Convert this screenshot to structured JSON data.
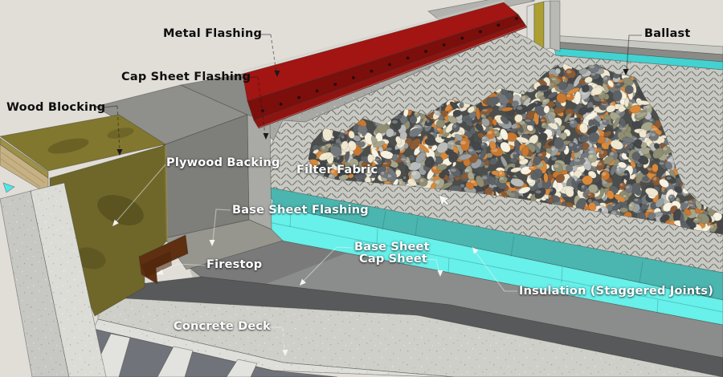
{
  "labels": {
    "metal_flashing": "Metal Flashing",
    "cap_sheet_flashing": "Cap Sheet Flashing",
    "wood_blocking": "Wood Blocking",
    "plywood_backing": "Plywood Backing",
    "filter_fabric": "Filter Fabric",
    "base_sheet_flashing": "Base Sheet Flashing",
    "firestop": "Firestop",
    "base_sheet": "Base Sheet",
    "cap_sheet": "Cap Sheet",
    "insulation": "Insulation (Staggered Joints)",
    "concrete_deck": "Concrete Deck",
    "ballast": "Ballast"
  },
  "colors": {
    "bg": "#e1ded8",
    "label_dark": "#0e0e0e",
    "label_light": "#ffffff",
    "leader_dark": "#1a1a1a",
    "leader_light": "#f4f4f1",
    "red_top": "#a21512",
    "red_front": "#7c0e0c",
    "red_flap": "#8f1411",
    "hem": "#cdccc6",
    "coping": "#b2b2ae",
    "stucco": "#a8a8a4",
    "parapet_top": "#8f8f8c",
    "parapet_mid": "#8a8a87",
    "parapet_face": "#7e7e7b",
    "parapet_end": "#a9a9a6",
    "parapet_skirt": "#96968f",
    "wood_top": "#81772f",
    "wood_trim": "#9d9148",
    "lumber": "#c6b184",
    "plywood": "#6f672a",
    "plywood_edge": "#a89c4d",
    "firestop": "#5e2f10",
    "firestop_dark": "#4d2309",
    "concrete_light": "#dcdcd7",
    "concrete_shadow": "#c7c7c3",
    "fabric": "#c9c9c3",
    "fabric_line": "#73736d",
    "insul_top": "#4bb5b0",
    "insul_front": "#68f0ea",
    "insul_end": "#a5f7f3",
    "cap": "#8b8d8c",
    "base": "#58595b",
    "deck": "#cfcfca",
    "fascia": "#dededa",
    "rib_dark": "#70737a",
    "rib_light": "#e2e2de",
    "edge_gray": "#c8c8c3",
    "edge_dark": "#8a8b87",
    "edge_cyan": "#41d2d1",
    "corner_gray": "#9b9b98",
    "corner_lightgray": "#ddddd9",
    "corner_yellow": "#ada032",
    "corner_lightgray2": "#cfcfcb",
    "corner_gray2": "#b9b9b5",
    "cyan_wedge": "#52e6e6",
    "pebble_base": "#4c4e4c",
    "pebbles": [
      "#45484a",
      "#45484a",
      "#5d6266",
      "#5d6266",
      "#73787c",
      "#73787c",
      "#9aa0a2",
      "#b9bcba",
      "#efe7cf",
      "#efe7cf",
      "#f6f1e0",
      "#8f8d72",
      "#8f8d72",
      "#a7a58b",
      "#c9782f",
      "#d8893b",
      "#8a5b35"
    ]
  }
}
